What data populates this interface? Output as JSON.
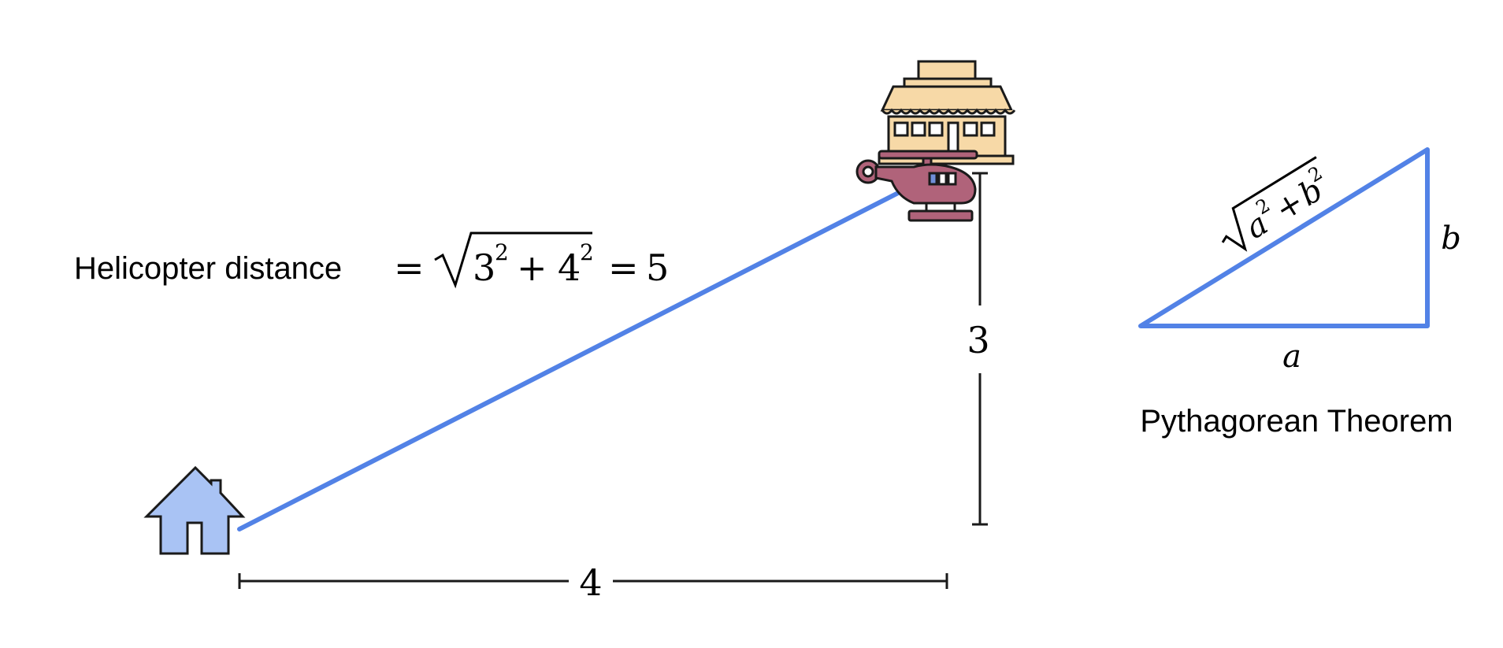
{
  "left_formula": {
    "label": "Helicopter distance",
    "equals": "=",
    "sq1_base": "3",
    "sq1_exp": "2",
    "plus": "+",
    "sq2_base": "4",
    "sq2_exp": "2",
    "equals2": "=",
    "result": "5"
  },
  "dimensions": {
    "horizontal_label": "4",
    "vertical_label": "3"
  },
  "theorem": {
    "leg_a": "a",
    "leg_b": "b",
    "hyp_a": "a",
    "hyp_a_exp": "2",
    "hyp_plus": "+",
    "hyp_b": "b",
    "hyp_b_exp": "2",
    "caption": "Pythagorean Theorem"
  },
  "icons": {
    "start": "house-icon",
    "destination": "shop-icon",
    "vehicle": "helicopter-icon"
  },
  "colors": {
    "path_line": "#5282e6",
    "house_fill": "#a9c3f4",
    "shop_fill": "#f7d9a7",
    "helicopter_fill": "#b0637a"
  }
}
